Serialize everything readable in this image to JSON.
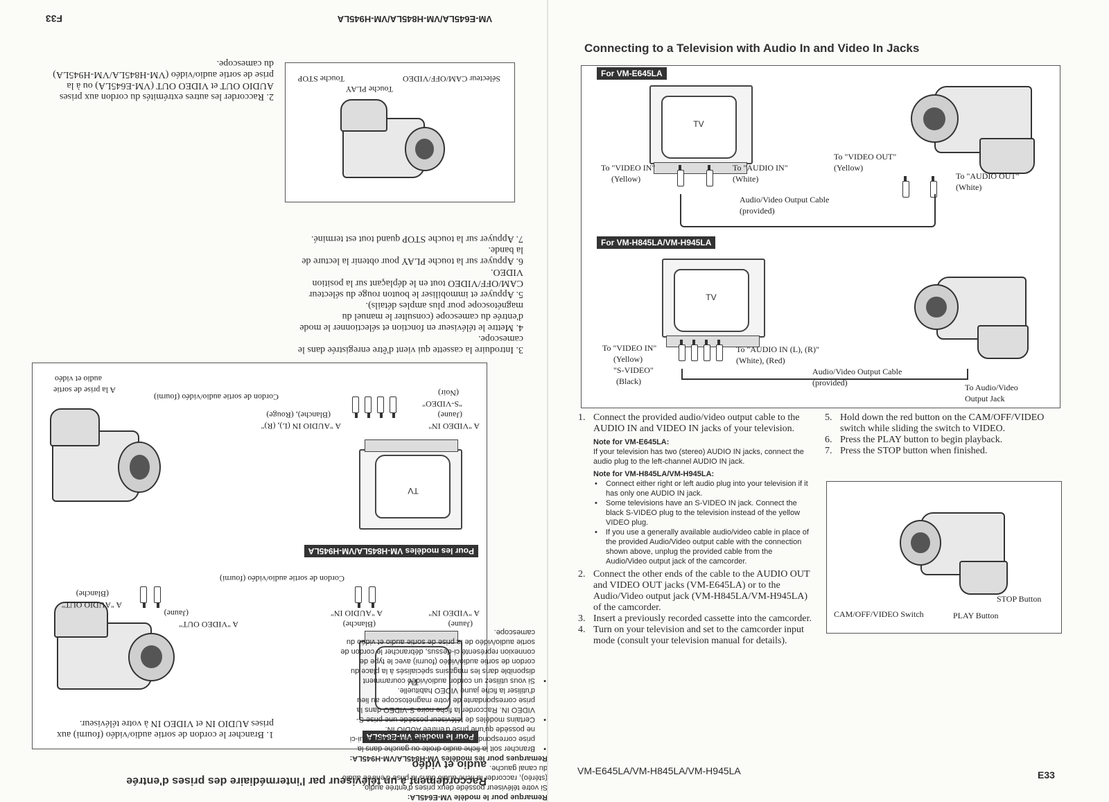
{
  "left_page": {
    "page_number": "F33",
    "models_header": "VM-E645LA/VM-H845LA/VM-H945LA",
    "title_line1": "Raccordement à un téléviseur par l'intermédiaire des prises d'entrée",
    "title_line2": "audio et vidéo",
    "tag_e645": "Pour le modèle VM-E645LA",
    "tag_h845": "Pour les modèles VM-H845LA/VM-H945LA",
    "tv_label": "TV",
    "d1_video_in": "A \"VIDEO IN\"",
    "d1_jaune": "(Jaune)",
    "d1_audio_in": "A \"AUDIO IN\"",
    "d1_blanche": "(Blanche)",
    "d1_video_out": "A \"VIDEO OUT\"",
    "d1_audio_out": "A \"AUDIO OUT\"",
    "d1_cable": "Cordon de sortie audio/vidéo (fourni)",
    "d2_video_in": "A \"VIDEO IN\"",
    "d2_svideo": "\"S-VIDEO\"",
    "d2_noir": "(Noir)",
    "d2_audio_in": "A \"AUDIO IN (L), (R)\"",
    "d2_colors": "(Blanche), (Rouge)",
    "d2_cable": "Cordon de sortie audio/vidéo (fourni)",
    "d2_jack_1": "A la prise de sortie",
    "d2_jack_2": "audio et vidéo",
    "cam_selector": "Sélecteur CAM/OFF/VIDEO",
    "cam_play": "Touche PLAY",
    "cam_stop": "Touche STOP",
    "steps": [
      {
        "num": "1.",
        "text": "Brancher le cordon de sortie audio/vidéo (fourni) aux prises AUDIO IN et VIDEO IN à votre téléviseur."
      },
      {
        "num": "2.",
        "text": "Raccorder les autres extrémités du cordon aux prises AUDIO OUT et VIDEO OUT (VM-E645LA) ou à la prise de sortie audio/vidéo (VM-H845LA/VM-H945LA) du camescope."
      },
      {
        "num": "3.",
        "text": "Introduire la cassette qui vient d'être enregistrée dans le camescope."
      },
      {
        "num": "4.",
        "text": "Mettre le téléviseur en fonction et sélectionner le mode d'entrée du camescope (consulter le manuel du magnétoscope pour plus amples détails)."
      },
      {
        "num": "5.",
        "text": "Appuyer et immobiliser le bouton rouge du sélecteur CAM/OFF/VIDEO tout en le déplaçant sur la position VIDEO."
      },
      {
        "num": "6.",
        "text": "Appuyer sur la touche PLAY pour obtenir la lecture de la bande."
      },
      {
        "num": "7.",
        "text": "Appuyer sur la touche STOP quand tout est terminé."
      }
    ],
    "note_e645_head": "Remarque pour le modèle VM-E645LA:",
    "note_e645_text": "Si votre téléviseur possède deux prises d'entrée audio (stéréo), raccorder la fiche audio dans la prise d'entrée audio du canal gauche.",
    "note_h845_head": "Remarques pour les modèles VM-H845LA/VM-H945LA:",
    "note_h845_items": [
      "Brancher soit la fiche audio droite ou gauche dans la prise correspondante de votre téléviseur quand celui-ci ne possède qu'une prise d'entrée AUDIO IN.",
      "Certains modèles de téléviseur possède une prise S-VIDEO IN. Raccorder la fiche noire S-VIDEO dans la prise correspondante de votre magnétoscope au lieu d'utiliser la fiche jaune VIDEO habituelle.",
      "Si vous utilisez un cordon audio/vidéo couramment disponible dans les magasins spécialisés à la place du cordon de sortie audio/vidéo (fourni) avec le type de connexion représenté ci-dessus, débrancher le cordon de sortie audio/vidéo de la prise de sortie audio et vidéo du camescope."
    ]
  },
  "right_page": {
    "title": "Connecting to a Television with Audio In and Video In Jacks",
    "tag_e645": "For VM-E645LA",
    "tag_h845": "For VM-H845LA/VM-H945LA",
    "tv_label": "TV",
    "d1_video_in": "To \"VIDEO IN\"",
    "d1_video_in_color": "(Yellow)",
    "d1_audio_in": "To \"AUDIO IN\"",
    "d1_audio_in_color": "(White)",
    "d1_video_out": "To \"VIDEO OUT\"",
    "d1_video_out_color": "(Yellow)",
    "d1_audio_out": "To \"AUDIO OUT\"",
    "d1_audio_out_color": "(White)",
    "d1_cable": "Audio/Video Output Cable",
    "d1_cable_note": "(provided)",
    "d2_video_in": "To \"VIDEO IN\"",
    "d2_video_in_color": "(Yellow)",
    "d2_svideo": "\"S-VIDEO\"",
    "d2_svideo_color": "(Black)",
    "d2_audio_in": "To \"AUDIO IN (L), (R)\"",
    "d2_audio_in_color": "(White), (Red)",
    "d2_cable": "Audio/Video Output Cable",
    "d2_cable_note": "(provided)",
    "d2_jack_1": "To Audio/Video",
    "d2_jack_2": "Output Jack",
    "steps_col1": [
      {
        "num": "1.",
        "text": "Connect the provided audio/video output cable to the AUDIO IN and VIDEO IN jacks of your television."
      },
      {
        "num": "2.",
        "text": "Connect the other ends of the cable to the AUDIO OUT and VIDEO OUT jacks (VM-E645LA) or to the Audio/Video output jack (VM-H845LA/VM-H945LA) of the camcorder."
      },
      {
        "num": "3.",
        "text": "Insert a previously recorded cassette into the camcorder."
      },
      {
        "num": "4.",
        "text": "Turn on your television and set to the camcorder input mode (consult your television manual for details)."
      }
    ],
    "note_e645_head": "Note for VM-E645LA:",
    "note_e645_text": "If your television has two (stereo) AUDIO IN jacks, connect the audio plug to the left-channel AUDIO IN jack.",
    "note_h845_head": "Note for VM-H845LA/VM-H945LA:",
    "note_h845_items": [
      "Connect either right or left audio plug into your television if it has only one AUDIO IN jack.",
      "Some televisions have an S-VIDEO IN jack. Connect the black S-VIDEO plug to the television instead of the yellow VIDEO plug.",
      "If you use a generally available audio/video cable in place of the provided Audio/Video output cable with the connection shown above, unplug the provided cable from the Audio/Video output jack of the camcorder."
    ],
    "steps_col2": [
      {
        "num": "5.",
        "text": "Hold down the red button on the CAM/OFF/VIDEO switch while sliding the switch to VIDEO."
      },
      {
        "num": "6.",
        "text": "Press the PLAY button to begin playback."
      },
      {
        "num": "7.",
        "text": "Press the STOP button when finished."
      }
    ],
    "cam_switch": "CAM/OFF/VIDEO Switch",
    "cam_play": "PLAY Button",
    "cam_stop": "STOP Button",
    "footer_models": "VM-E645LA/VM-H845LA/VM-H945LA",
    "page_number": "E33"
  }
}
